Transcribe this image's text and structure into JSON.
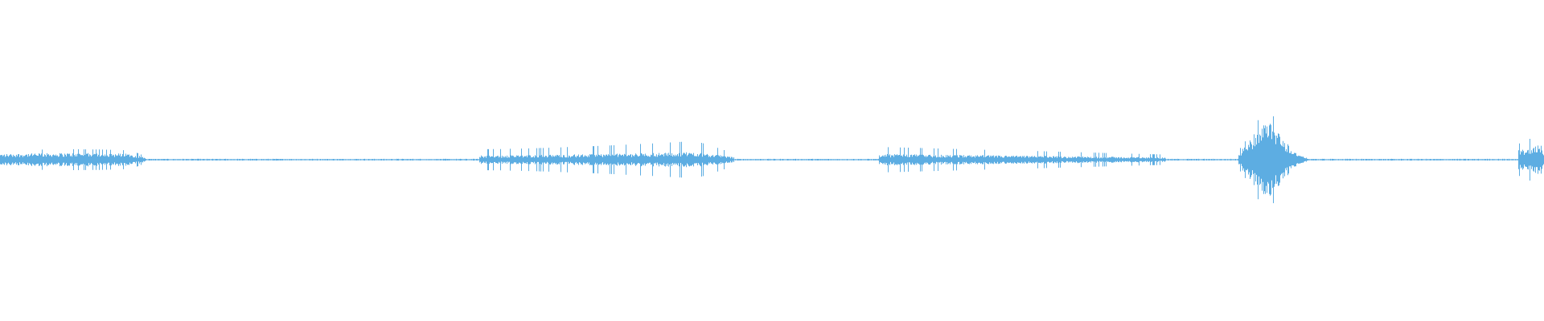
{
  "waveform": {
    "color": "#5dade2",
    "background": "#ffffff",
    "duration_fraction_segments": [
      {
        "start": 0.0,
        "end": 0.094,
        "peak": 0.13,
        "body": 0.07,
        "shape": "flat"
      },
      {
        "start": 0.31,
        "end": 0.475,
        "peak": 0.26,
        "body": 0.09,
        "shape": "rising"
      },
      {
        "start": 0.568,
        "end": 0.755,
        "peak": 0.16,
        "body": 0.06,
        "shape": "decaying"
      },
      {
        "start": 0.802,
        "end": 0.855,
        "peak": 0.58,
        "body": 0.38,
        "shape": "burst"
      },
      {
        "start": 0.983,
        "end": 1.0,
        "peak": 0.4,
        "body": 0.2,
        "shape": "rising"
      }
    ],
    "silence_level": 0.008
  }
}
